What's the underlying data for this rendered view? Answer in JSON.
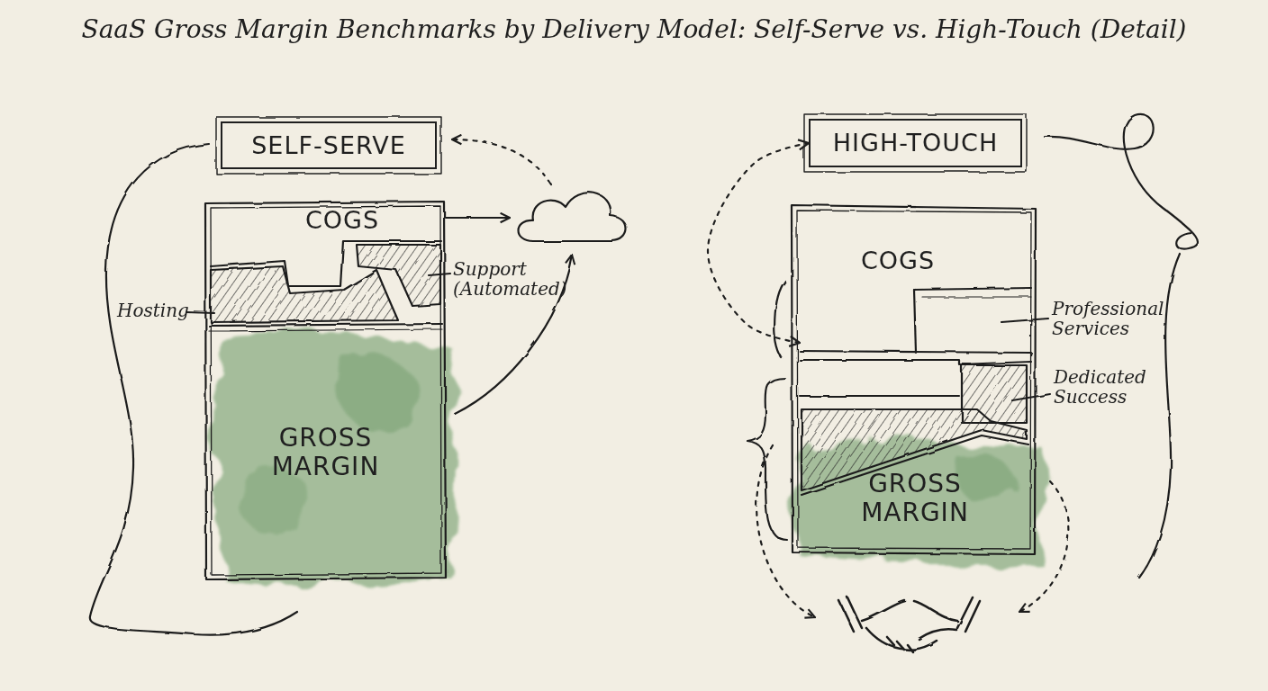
{
  "diagram": {
    "title": "SaaS Gross Margin Benchmarks by Delivery Model: Self-Serve vs. High-Touch (Detail)",
    "nodes": [
      {
        "text": [
          "SELF-SERVE"
        ]
      },
      {
        "text": [
          "COGS"
        ]
      },
      {
        "text": [
          "GROSS MARGIN"
        ]
      },
      {
        "text": [
          "HIGH-TOUCH"
        ]
      },
      {
        "text": [
          "COGS"
        ]
      },
      {
        "text": [
          "GROSS MARGIN"
        ]
      }
    ],
    "edges": [
      {
        "from": 3,
        "to": 4,
        "arrow": "both"
      }
    ],
    "labels": [
      "Hosting",
      "Support (Automated)",
      "Professional Services",
      "Dedicated Success"
    ]
  }
}
